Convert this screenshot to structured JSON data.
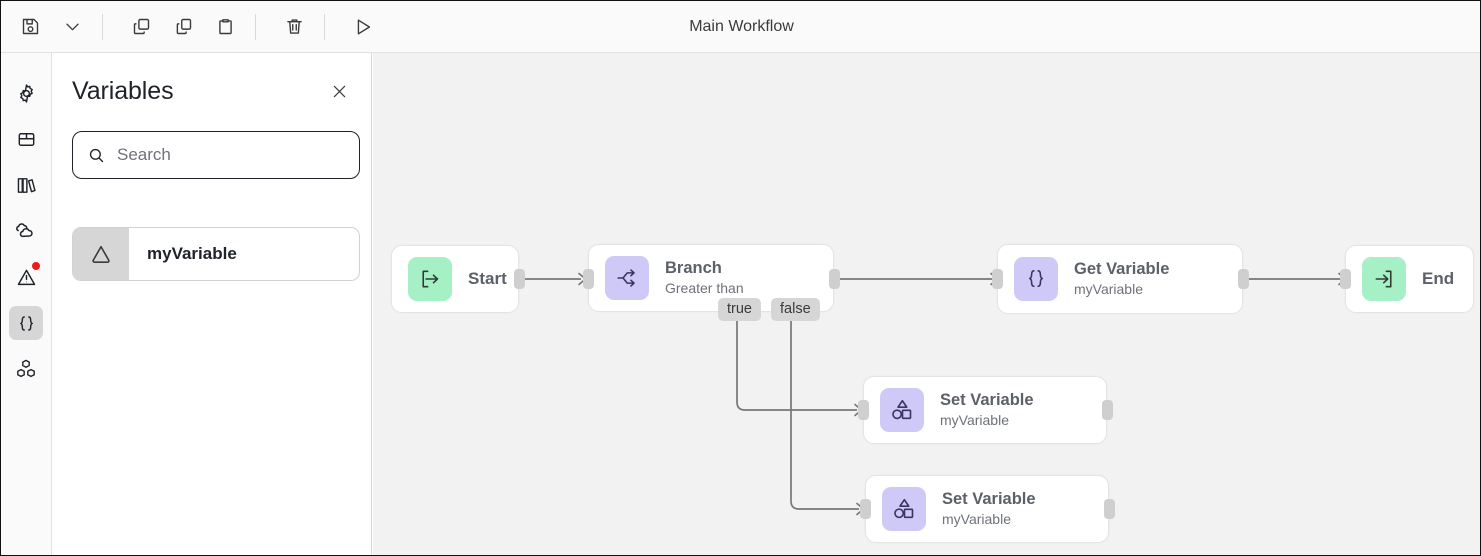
{
  "window": {
    "title": "Main Workflow"
  },
  "toolbar": {
    "buttons": [
      {
        "name": "save-button",
        "icon": "save-icon"
      },
      {
        "name": "save-dropdown-button",
        "icon": "chevron-down-icon"
      },
      {
        "name": "copy-button",
        "icon": "copy-icon"
      },
      {
        "name": "duplicate-button",
        "icon": "duplicate-icon"
      },
      {
        "name": "paste-button",
        "icon": "paste-icon"
      },
      {
        "name": "delete-button",
        "icon": "trash-icon"
      },
      {
        "name": "run-button",
        "icon": "play-icon"
      }
    ]
  },
  "rail": {
    "items": [
      {
        "name": "rail-item-settings",
        "icon": "gear-icon",
        "active": false,
        "badge": false
      },
      {
        "name": "rail-item-package",
        "icon": "box-icon",
        "active": false,
        "badge": false
      },
      {
        "name": "rail-item-library",
        "icon": "books-icon",
        "active": false,
        "badge": false
      },
      {
        "name": "rail-item-cloud",
        "icon": "clouds-icon",
        "active": false,
        "badge": false
      },
      {
        "name": "rail-item-problems",
        "icon": "warning-triangle-icon",
        "active": false,
        "badge": true
      },
      {
        "name": "rail-item-variables",
        "icon": "curly-braces-icon",
        "active": true,
        "badge": false
      },
      {
        "name": "rail-item-modules",
        "icon": "cubes-icon",
        "active": false,
        "badge": false
      }
    ]
  },
  "panel": {
    "title": "Variables",
    "close_label": "×",
    "search": {
      "placeholder": "Search",
      "value": "",
      "icon": "search-icon"
    },
    "variables": [
      {
        "name": "myVariable",
        "icon": "triangle-icon"
      }
    ]
  },
  "canvas": {
    "nodes": [
      {
        "id": "start",
        "title": "Start",
        "subtitle": "",
        "icon": "arrow-out-of-bracket-icon",
        "tone": "green"
      },
      {
        "id": "branch",
        "title": "Branch",
        "subtitle": "Greater than",
        "icon": "branch-fork-icon",
        "tone": "purple"
      },
      {
        "id": "get",
        "title": "Get Variable",
        "subtitle": "myVariable",
        "icon": "curly-braces-icon",
        "tone": "purple"
      },
      {
        "id": "end",
        "title": "End",
        "subtitle": "",
        "icon": "arrow-into-bracket-icon",
        "tone": "green"
      },
      {
        "id": "set1",
        "title": "Set Variable",
        "subtitle": "myVariable",
        "icon": "shapes-icon",
        "tone": "purple"
      },
      {
        "id": "set2",
        "title": "Set Variable",
        "subtitle": "myVariable",
        "icon": "shapes-icon",
        "tone": "purple"
      }
    ],
    "port_labels": {
      "true": "true",
      "false": "false"
    }
  },
  "colors": {
    "accent_green": "#a6f0c6",
    "accent_purple": "#cfc9f7",
    "canvas_bg": "#f2f2f2",
    "badge_red": "#f01818",
    "port_gray": "#cfcfcf"
  }
}
